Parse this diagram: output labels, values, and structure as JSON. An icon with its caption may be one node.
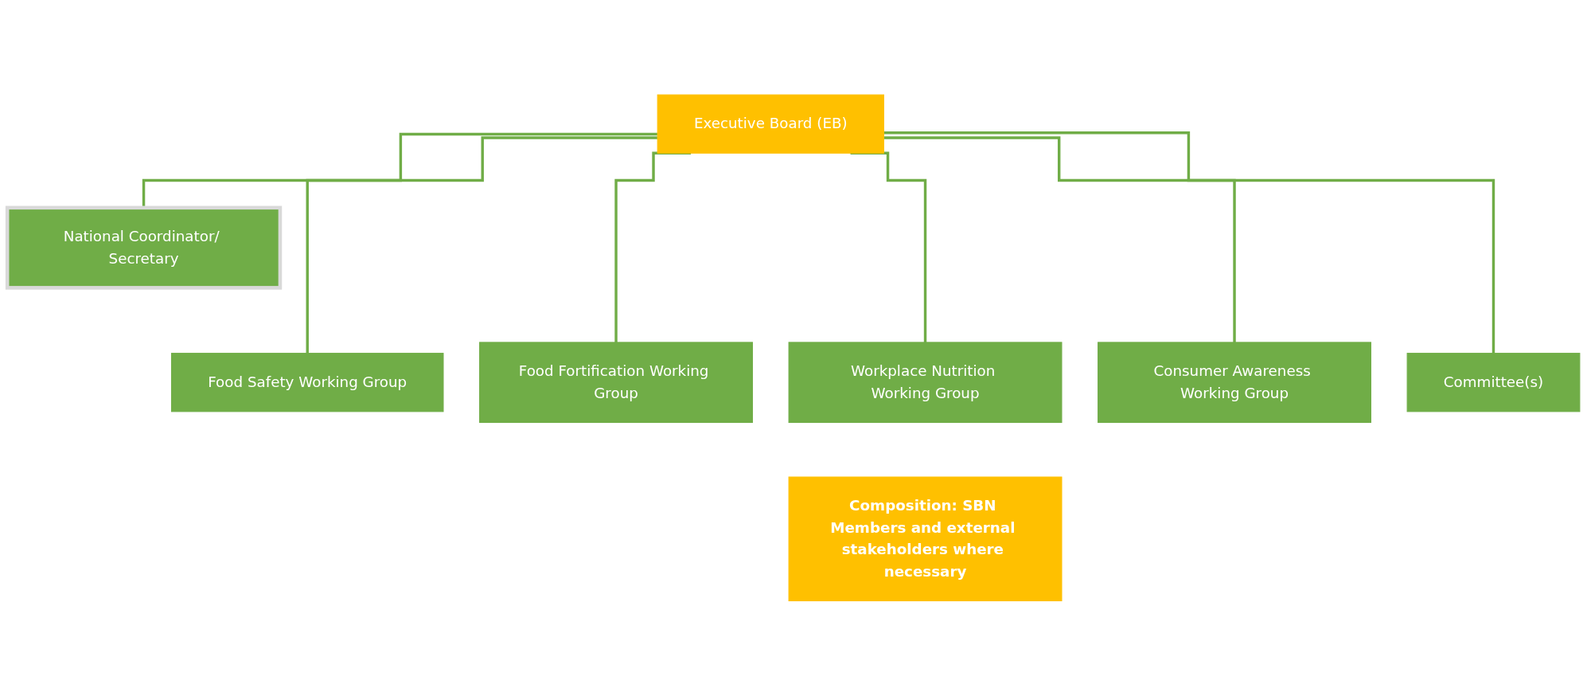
{
  "diagram": {
    "nodes": [
      {
        "text": [
          "Executive Board (EB)"
        ]
      },
      {
        "text": [
          "National Coordinator/ Secretary"
        ]
      },
      {
        "text": [
          "Food Safety Working Group"
        ]
      },
      {
        "text": [
          "Food Fortification Working Group"
        ]
      },
      {
        "text": [
          "Workplace Nutrition Working Group"
        ]
      },
      {
        "text": [
          "Consumer Awareness Working Group"
        ]
      },
      {
        "text": [
          "Committee(s)"
        ]
      },
      {
        "text": [
          "Composition: SBN Members and external stakeholders where necessary"
        ]
      }
    ],
    "edges": [
      {
        "from": 0,
        "to": 1,
        "arrow": "none"
      },
      {
        "from": 0,
        "to": 2,
        "arrow": "none"
      },
      {
        "from": 0,
        "to": 3,
        "arrow": "none"
      },
      {
        "from": 0,
        "to": 4,
        "arrow": "none"
      },
      {
        "from": 0,
        "to": 5,
        "arrow": "none"
      },
      {
        "from": 0,
        "to": 6,
        "arrow": "none"
      }
    ]
  }
}
